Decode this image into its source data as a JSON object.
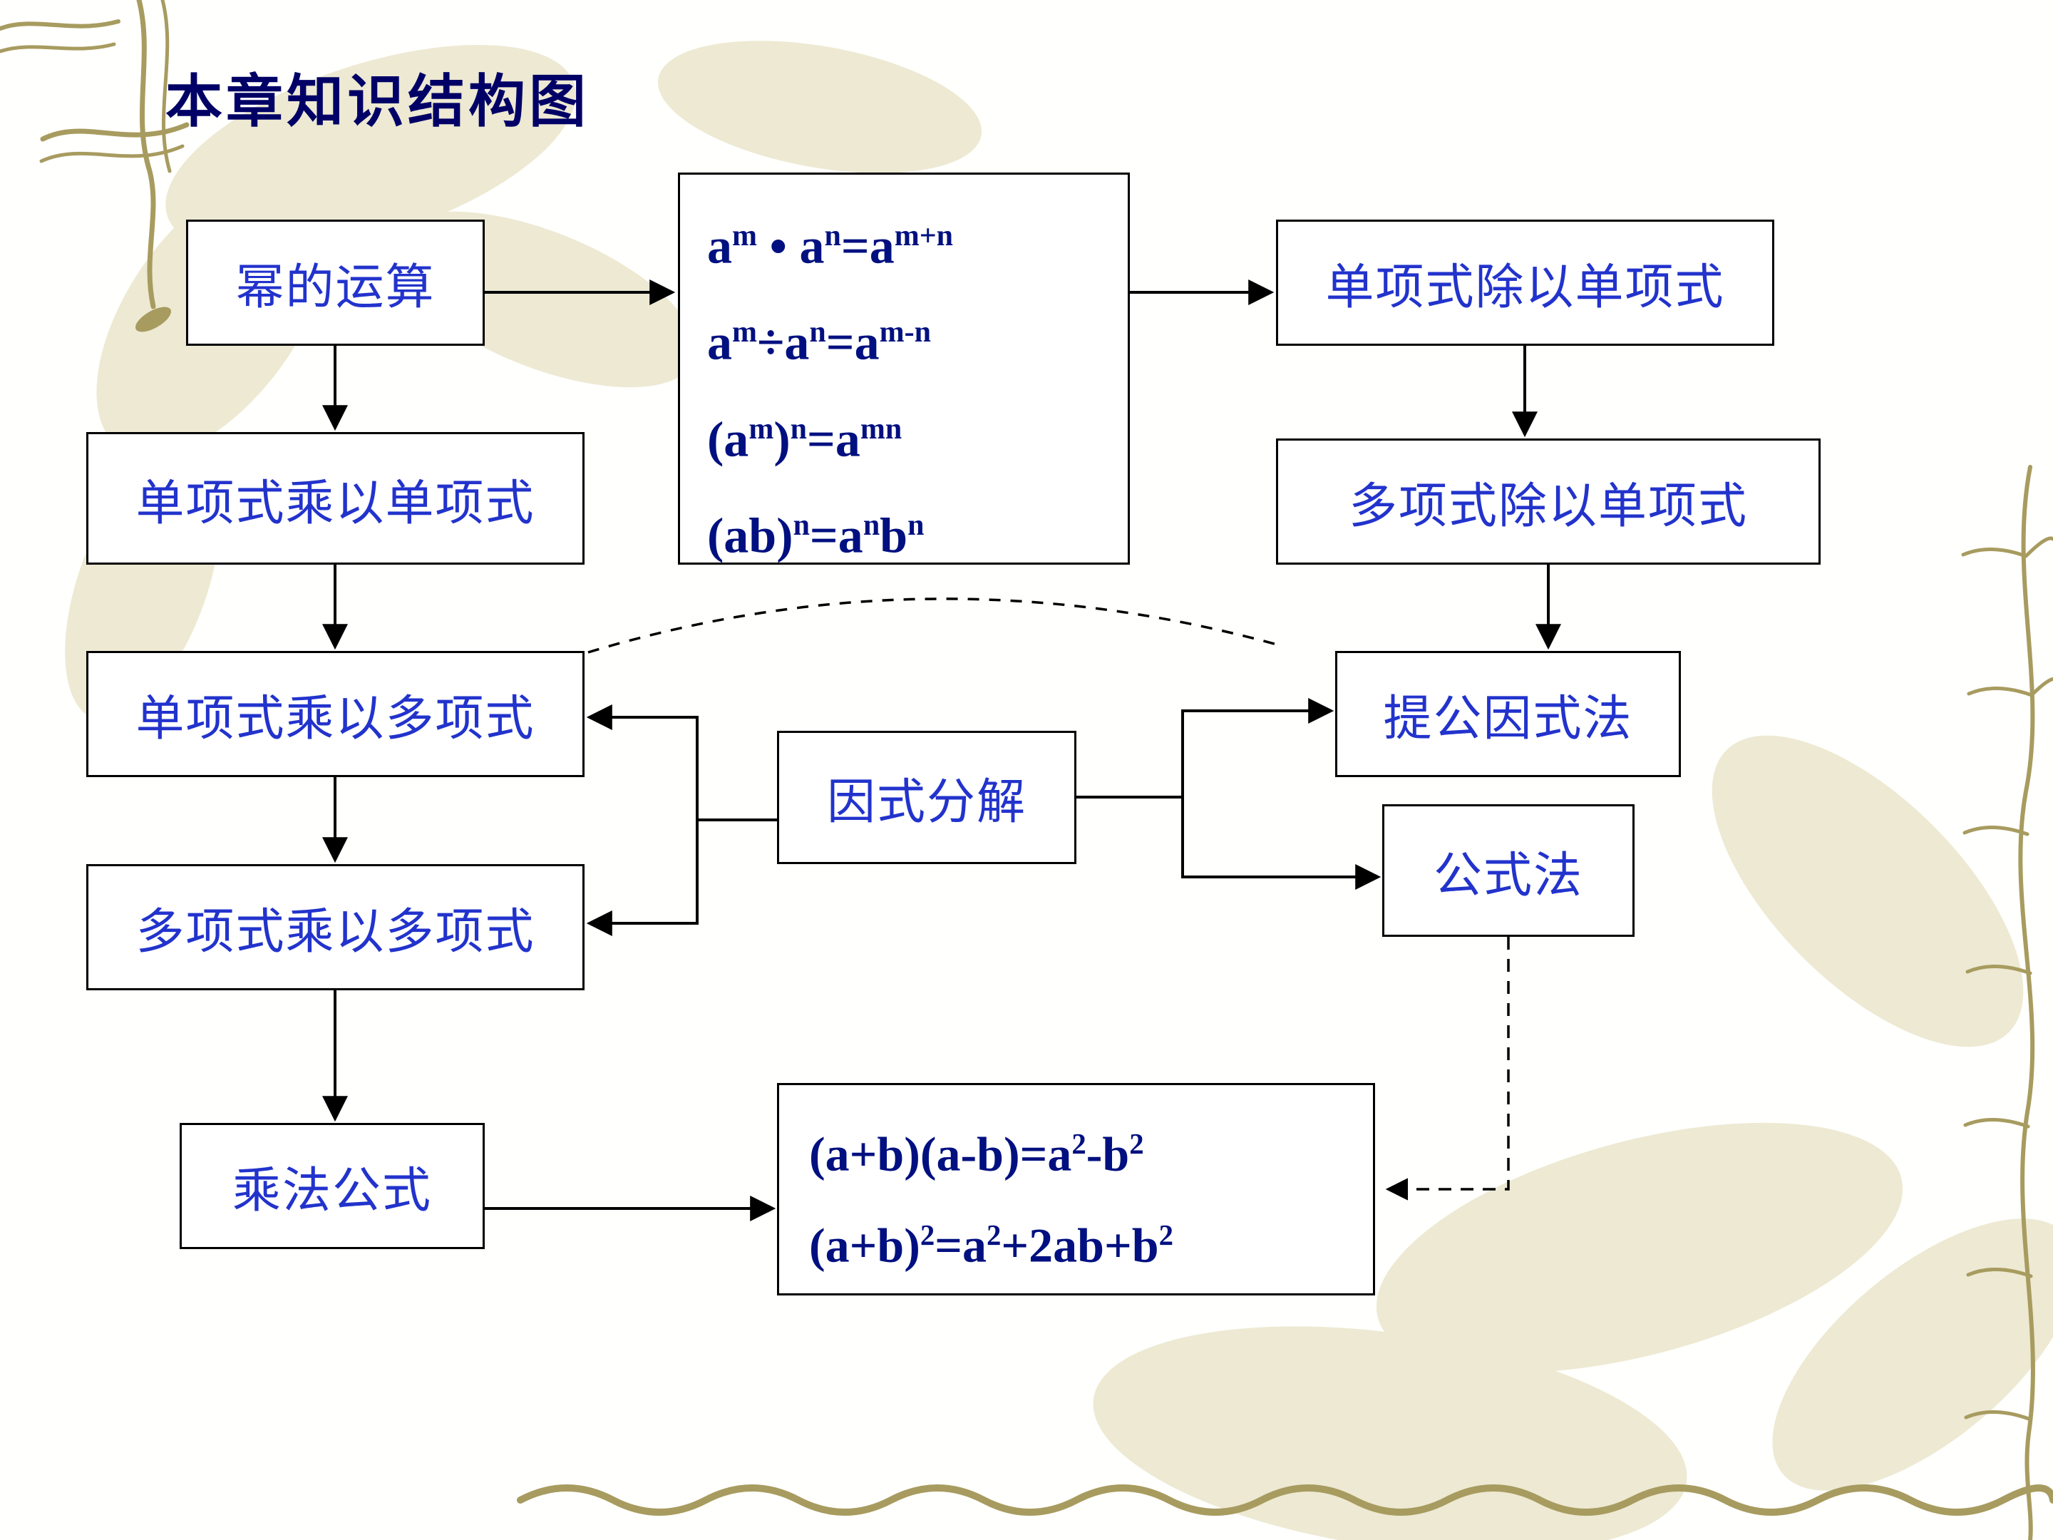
{
  "title": "本章知识结构图",
  "colors": {
    "title": "#000066",
    "box_text": "#2233CC",
    "formula": "#001080",
    "decoration_stroke": "#A79B5F",
    "foliage_fill": "#EDE9D3",
    "border": "#000000"
  },
  "boxes": {
    "power_ops": "幂的运算",
    "mono_div_mono": "单项式除以单项式",
    "mono_times_mono": "单项式乘以单项式",
    "poly_div_mono": "多项式除以单项式",
    "mono_times_poly": "单项式乘以多项式",
    "common_factor_method": "提公因式法",
    "factorization": "因式分解",
    "formula_method": "公式法",
    "poly_times_poly": "多项式乘以多项式",
    "mult_formula": "乘法公式"
  },
  "power_formulas": {
    "lines": [
      [
        {
          "t": "a"
        },
        {
          "s": "m"
        },
        {
          "t": " • a"
        },
        {
          "s": "n"
        },
        {
          "t": "=a"
        },
        {
          "s": "m+n"
        }
      ],
      [
        {
          "t": "a"
        },
        {
          "s": "m"
        },
        {
          "t": "÷a"
        },
        {
          "s": "n"
        },
        {
          "t": "=a"
        },
        {
          "s": "m-n"
        }
      ],
      [
        {
          "t": "(a"
        },
        {
          "s": "m"
        },
        {
          "t": ")"
        },
        {
          "s": "n"
        },
        {
          "t": "=a"
        },
        {
          "s": "mn"
        }
      ],
      [
        {
          "t": "(ab)"
        },
        {
          "s": "n"
        },
        {
          "t": "=a"
        },
        {
          "s": "n"
        },
        {
          "t": "b"
        },
        {
          "s": "n"
        }
      ]
    ]
  },
  "product_formulas": {
    "lines": [
      [
        {
          "t": "(a+b)(a-b)=a"
        },
        {
          "s": "2"
        },
        {
          "t": "-b"
        },
        {
          "s": "2"
        }
      ],
      [
        {
          "t": "(a+b)"
        },
        {
          "s": "2"
        },
        {
          "t": "=a"
        },
        {
          "s": "2"
        },
        {
          "t": "+2ab+b"
        },
        {
          "s": "2"
        }
      ]
    ]
  },
  "edges": [
    {
      "from": "power_ops",
      "to": "power_formulas",
      "style": "solid"
    },
    {
      "from": "power_formulas",
      "to": "mono_div_mono",
      "style": "solid"
    },
    {
      "from": "power_ops",
      "to": "mono_times_mono",
      "style": "solid"
    },
    {
      "from": "mono_div_mono",
      "to": "poly_div_mono",
      "style": "solid"
    },
    {
      "from": "mono_times_mono",
      "to": "mono_times_poly",
      "style": "solid"
    },
    {
      "from": "poly_div_mono",
      "to": "common_factor_method",
      "style": "solid"
    },
    {
      "from": "mono_times_poly",
      "to": "poly_times_poly",
      "style": "solid"
    },
    {
      "from": "factorization",
      "to": "mono_times_poly",
      "style": "solid"
    },
    {
      "from": "factorization",
      "to": "poly_times_poly",
      "style": "solid"
    },
    {
      "from": "factorization",
      "to": "common_factor_method",
      "style": "solid"
    },
    {
      "from": "factorization",
      "to": "formula_method",
      "style": "solid"
    },
    {
      "from": "poly_times_poly",
      "to": "mult_formula",
      "style": "solid"
    },
    {
      "from": "mult_formula",
      "to": "product_formulas",
      "style": "solid"
    },
    {
      "from": "formula_method",
      "to": "product_formulas",
      "style": "dashed"
    },
    {
      "from": "mono_times_poly",
      "to": "common_factor_method",
      "style": "dashed-arc"
    }
  ]
}
